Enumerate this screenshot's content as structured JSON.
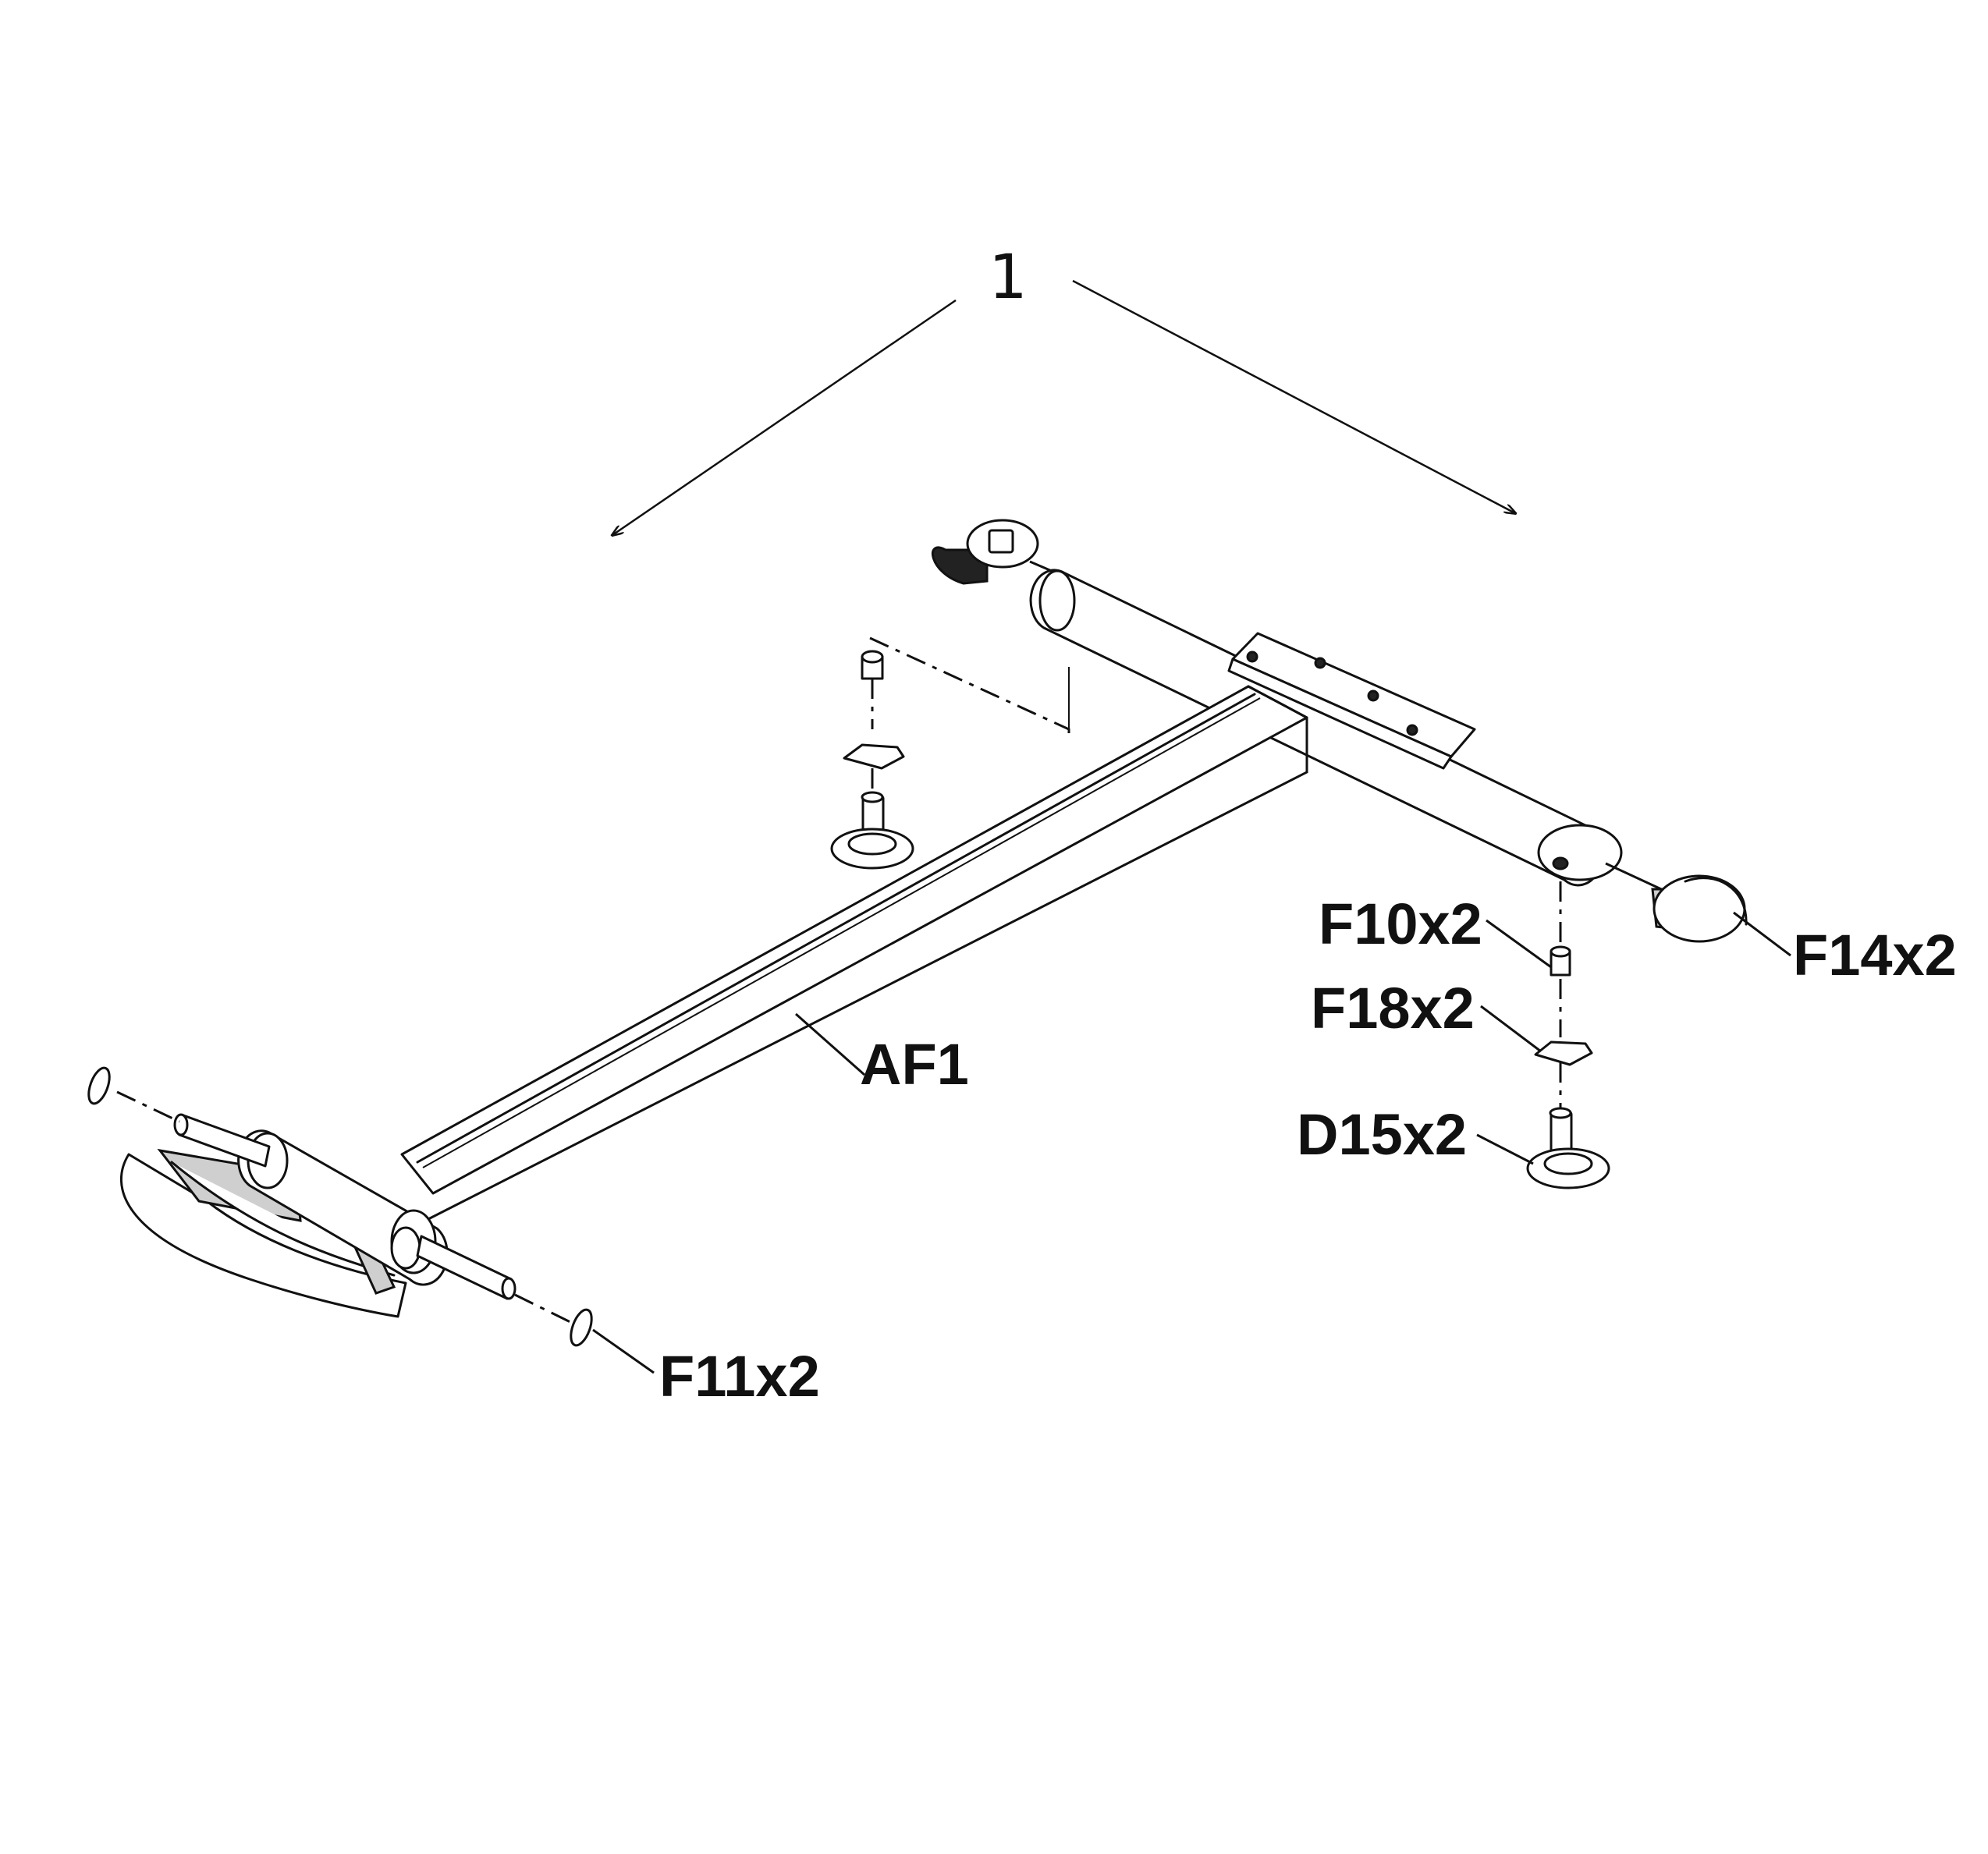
{
  "diagram": {
    "assembly_number": "1",
    "labels": {
      "af1": "AF1",
      "f10": "F10x2",
      "f14": "F14x2",
      "f18": "F18x2",
      "d15": "D15x2",
      "f11": "F11x2"
    }
  }
}
